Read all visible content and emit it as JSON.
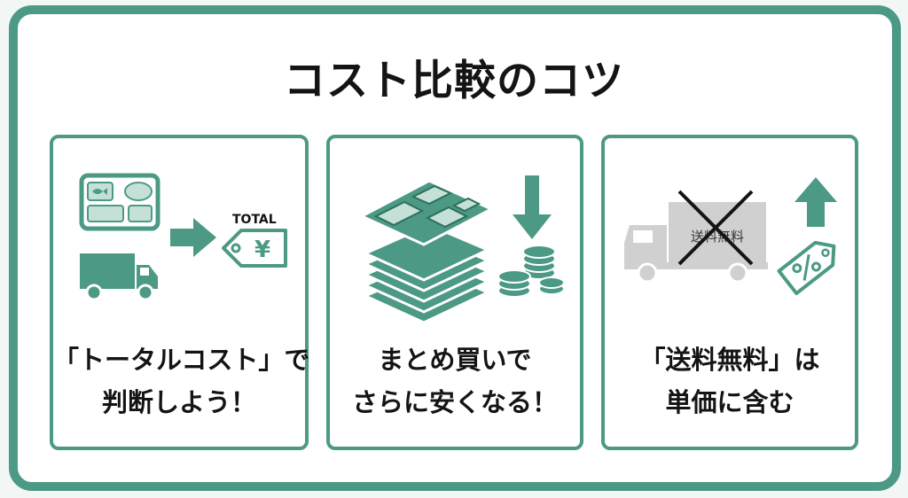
{
  "title": "コスト比較のコツ",
  "cards": [
    {
      "line1": "「トータルコスト」で",
      "line2": "判断しよう！",
      "icons": [
        "bento-box-icon",
        "arrow-right-icon",
        "price-tag-yen-icon",
        "delivery-truck-icon"
      ],
      "tag_label": "TOTAL",
      "currency_symbol": "¥"
    },
    {
      "line1": "まとめ買いで",
      "line2": "さらに安くなる！",
      "icons": [
        "stacked-bento-boxes-icon",
        "arrow-down-icon",
        "coin-stacks-icon"
      ]
    },
    {
      "line1": "「送料無料」は",
      "line2": "単価に含む",
      "icons": [
        "delivery-truck-icon",
        "cross-mark-icon",
        "arrow-up-icon",
        "percent-tag-icon"
      ],
      "truck_label": "送料無料"
    }
  ],
  "colors": {
    "accent": "#4c9985",
    "accent_light": "#c5e1d7",
    "truck_gray": "#d0d0d0",
    "text": "#141414"
  }
}
